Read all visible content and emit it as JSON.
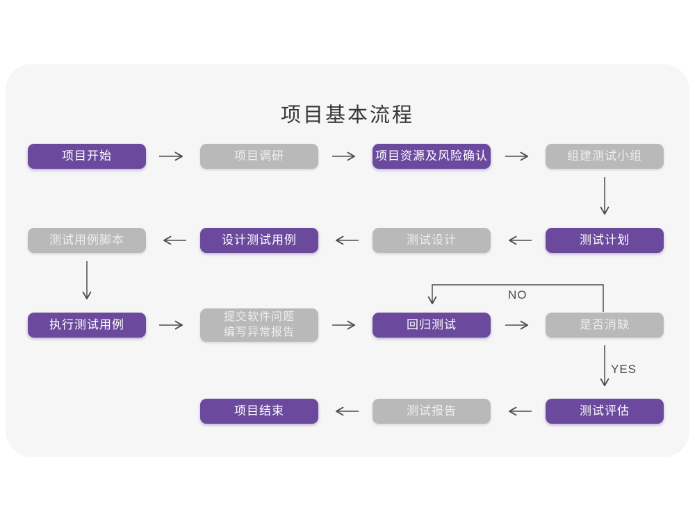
{
  "title": "项目基本流程",
  "colors": {
    "node_purple": "#6b4a9e",
    "node_gray": "#b9b9b9",
    "card_background": "#f6f6f7",
    "arrow": "#4d4d4d",
    "title_text": "#383838"
  },
  "branch_labels": {
    "no": "NO",
    "yes": "YES"
  },
  "nodes": [
    {
      "id": "project-start",
      "label": "项目开始",
      "type": "purple"
    },
    {
      "id": "project-research",
      "label": "项目调研",
      "type": "gray"
    },
    {
      "id": "resources-risk",
      "label": "项目资源及风险确认",
      "type": "purple"
    },
    {
      "id": "build-test-team",
      "label": "组建测试小组",
      "type": "gray"
    },
    {
      "id": "test-plan",
      "label": "测试计划",
      "type": "purple"
    },
    {
      "id": "test-design",
      "label": "测试设计",
      "type": "gray"
    },
    {
      "id": "design-test-cases",
      "label": "设计测试用例",
      "type": "purple"
    },
    {
      "id": "test-case-script",
      "label": "测试用例脚本",
      "type": "gray"
    },
    {
      "id": "execute-test-cases",
      "label": "执行测试用例",
      "type": "purple"
    },
    {
      "id": "submit-issues",
      "line1": "提交软件问题",
      "line2": "编写异常报告",
      "type": "gray"
    },
    {
      "id": "regression-test",
      "label": "回归测试",
      "type": "purple"
    },
    {
      "id": "defect-cleared",
      "label": "是否消缺",
      "type": "gray"
    },
    {
      "id": "test-evaluation",
      "label": "测试评估",
      "type": "purple"
    },
    {
      "id": "test-report",
      "label": "测试报告",
      "type": "gray"
    },
    {
      "id": "project-end",
      "label": "项目结束",
      "type": "purple"
    }
  ]
}
